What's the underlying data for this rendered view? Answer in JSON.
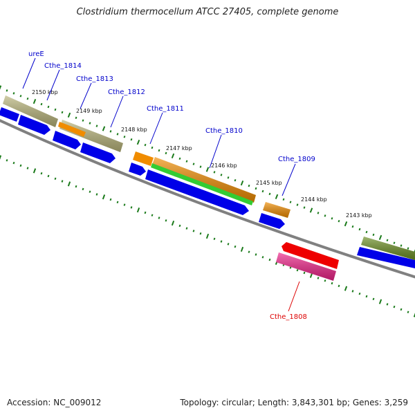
{
  "title": "Clostridium thermocellum ATCC 27405, complete genome",
  "footer": {
    "accession": "Accession: NC_009012",
    "topology": "Topology: circular; Length: 3,843,301 bp; Genes: 3,259"
  },
  "colors": {
    "backbone": "#808080",
    "tick": "#1a7a1a",
    "forward_cds": "#0000e8",
    "gene_tan": "#b8b47a",
    "gene_orange": "#f08c00",
    "gene_green": "#33cc33",
    "gene_red": "#ee0000",
    "gene_pink": "#ee2288",
    "gene_olive": "#6b8e23",
    "label_blue": "#0000cc",
    "label_red": "#dd0000"
  },
  "kbp_labels": [
    "2150 kbp",
    "2149 kbp",
    "2148 kbp",
    "2147 kbp",
    "2146 kbp",
    "2145 kbp",
    "2144 kbp",
    "2143 kbp"
  ],
  "gene_labels": [
    "ureE",
    "Cthe_1814",
    "Cthe_1813",
    "Cthe_1812",
    "Cthe_1811",
    "Cthe_1810",
    "Cthe_1809",
    "Cthe_1808"
  ]
}
